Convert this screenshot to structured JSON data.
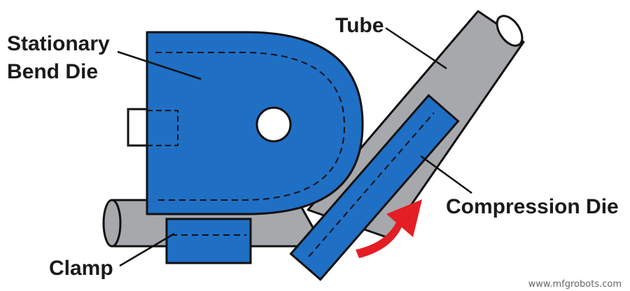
{
  "diagram": {
    "labels": {
      "stationary_line1": "Stationary",
      "stationary_line2": "Bend Die",
      "tube": "Tube",
      "compression_die": "Compression Die",
      "clamp": "Clamp"
    },
    "watermark": "www.mfgrobots.com",
    "colors": {
      "die_blue": "#1f6fc5",
      "tube_gray": "#a6a8ab",
      "outline": "#111111",
      "arrow_red": "#e31e24",
      "label_text": "#1a1a1a",
      "watermark_text": "#666666"
    },
    "icons": {
      "motion_arrow": "curved-arrow-icon"
    }
  }
}
